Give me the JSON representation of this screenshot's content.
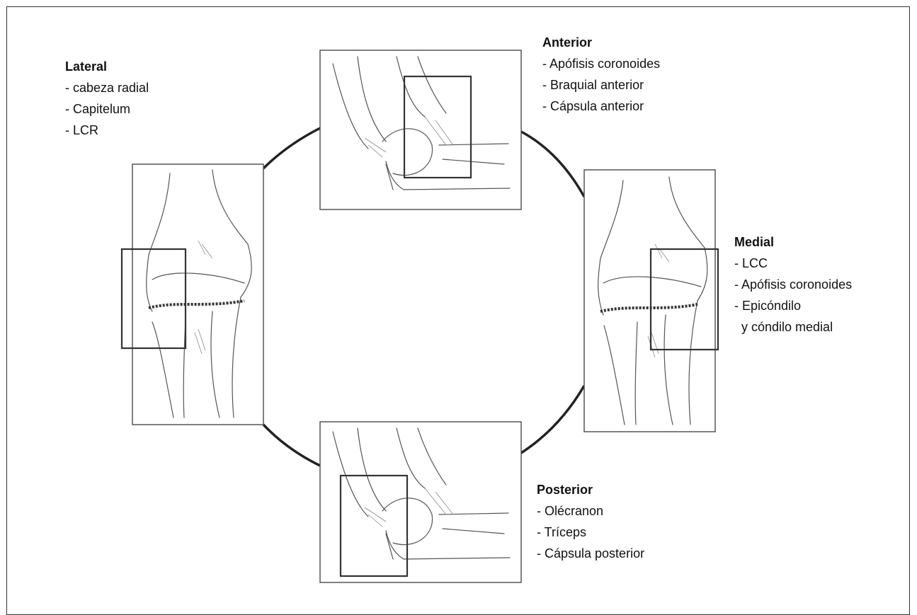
{
  "views": {
    "lateral": {
      "title": "Lateral",
      "items": [
        "- cabeza radial",
        "- Capitelum",
        "- LCR"
      ]
    },
    "anterior": {
      "title": "Anterior",
      "items": [
        "- Apófisis coronoides",
        "- Braquial anterior",
        "- Cápsula anterior"
      ]
    },
    "medial": {
      "title": "Medial",
      "items": [
        "- LCC",
        "- Apófisis coronoides",
        "- Epicóndilo",
        "  y cóndilo medial"
      ]
    },
    "posterior": {
      "title": "Posterior",
      "items": [
        "- Olécranon",
        "- Tríceps",
        "- Cápsula posterior"
      ]
    }
  }
}
